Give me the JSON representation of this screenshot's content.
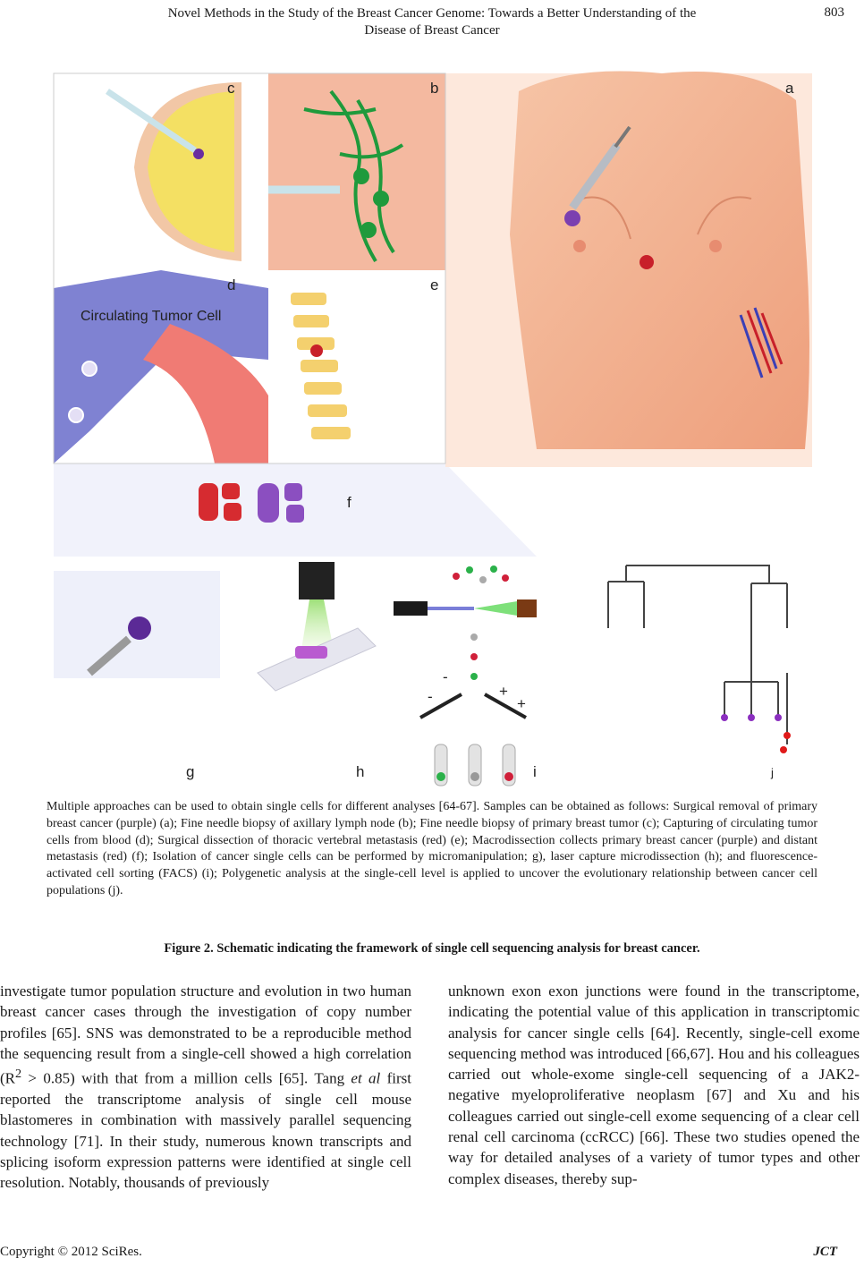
{
  "header": {
    "running_title_line1": "Novel Methods in the Study of the Breast Cancer Genome: Towards a Better Understanding of the",
    "running_title_line2": "Disease of Breast Cancer",
    "page_number": "803"
  },
  "figure": {
    "panel_labels": [
      "a",
      "b",
      "c",
      "d",
      "e",
      "f",
      "g",
      "h",
      "i",
      "j"
    ],
    "ctc_label": "Circulating Tumor Cell",
    "sign_minus": "-",
    "sign_plus": "+",
    "colors": {
      "skin": "#f3b593",
      "purple_tumor": "#7b3fb0",
      "red_tumor": "#c8202a",
      "lymph_green": "#1f9a3c",
      "vessel_blue": "#7b7fd0",
      "vessel_red": "#e8706f"
    }
  },
  "caption": {
    "text": "Multiple approaches can be used to obtain single cells for different analyses [64-67]. Samples can be obtained as follows: Surgical removal of primary breast cancer (purple) (a); Fine needle biopsy of axillary lymph node (b); Fine needle biopsy of primary breast tumor (c); Capturing of circulating tumor cells from blood (d); Surgical dissection of thoracic vertebral metastasis (red) (e); Macrodissection collects primary breast cancer (purple) and distant metastasis (red) (f); Isolation of cancer single cells can be performed by micromanipulation; g), laser capture microdissection (h); and fluorescence-activated cell sorting (FACS) (i); Polygenetic analysis at the single-cell level is applied to uncover the evolutionary relationship between cancer cell populations (j).",
    "figure_title": "Figure 2. Schematic indicating the framework of single cell sequencing analysis for breast cancer."
  },
  "body": {
    "left_before_italic": "investigate tumor population structure and evolution in two human breast cancer cases through the investigation of copy number profiles [65]. SNS was demonstrated to be a reproducible method the sequencing result from a single-cell showed a high correlation (R",
    "superscript": "2",
    "left_after_superscript": " > 0.85) with that from a million cells [65]. Tang ",
    "italic": "et al",
    "left_after_italic": " first reported the transcriptome analysis of single cell mouse blastomeres in combination with massively parallel sequencing technology [71]. In their study, numerous known transcripts and splicing isoform expression patterns were identified at single cell resolution. Notably, thousands of previously",
    "right": "unknown exon exon junctions were found in the transcriptome, indicating the potential value of this application in transcriptomic analysis for cancer single cells [64]. Recently, single-cell exome sequencing method was introduced [66,67]. Hou and his colleagues carried out whole-exome single-cell sequencing of a JAK2-negative myeloproliferative neoplasm [67] and Xu and his colleagues carried out single-cell exome sequencing of a clear cell renal cell carcinoma (ccRCC) [66]. These two studies opened the way for detailed analyses of a variety of tumor types and other complex diseases, thereby sup-"
  },
  "footer": {
    "copyright": "Copyright © 2012 SciRes.",
    "journal": "JCT"
  }
}
